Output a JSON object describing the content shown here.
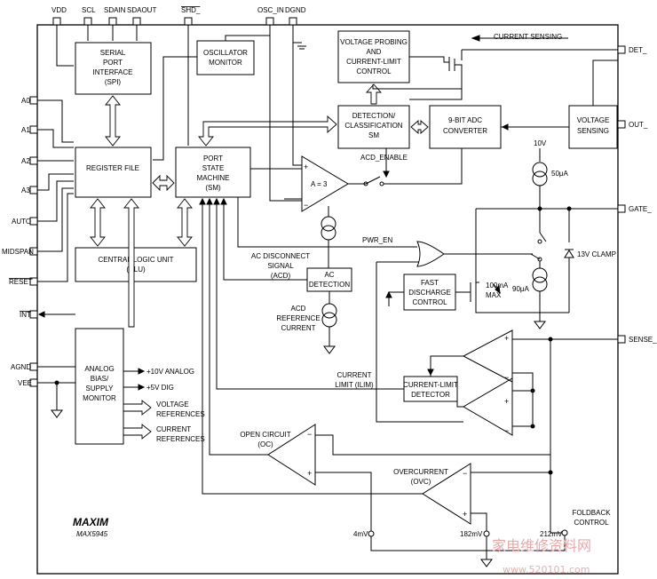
{
  "pins_top": {
    "vdd": "VDD",
    "scl": "SCL",
    "sdain": "SDAIN",
    "sdaout": "SDAOUT",
    "shd": "SHD_",
    "osc_in": "OSC_IN",
    "dgnd": "DGND"
  },
  "pins_left": {
    "a0": "A0",
    "a1": "A1",
    "a2": "A2",
    "a3": "A3",
    "auto": "AUTO",
    "midspan": "MIDSPAN",
    "reset": "RESET",
    "int": "INT",
    "agnd": "AGND",
    "vee": "VEE"
  },
  "pins_right": {
    "det": "DET_",
    "out": "OUT_",
    "gate": "GATE_",
    "sense": "SENSE_"
  },
  "blocks": {
    "spi": [
      "SERIAL",
      "PORT",
      "INTERFACE",
      "(SPI)"
    ],
    "osc": [
      "OSCILLATOR",
      "MONITOR"
    ],
    "vprobe": [
      "VOLTAGE PROBING",
      "AND",
      "CURRENT-LIMIT",
      "CONTROL"
    ],
    "detclass": [
      "DETECTION/",
      "CLASSIFICATION",
      "SM"
    ],
    "adc": [
      "9-BIT ADC",
      "CONVERTER"
    ],
    "vsense": [
      "VOLTAGE",
      "SENSING"
    ],
    "regfile": [
      "REGISTER FILE"
    ],
    "psm": [
      "PORT",
      "STATE",
      "MACHINE",
      "(SM)"
    ],
    "clu": [
      "CENTRAL LOGIC UNIT",
      "(CLU)"
    ],
    "acdet": [
      "AC",
      "DETECTION"
    ],
    "fastdis": [
      "FAST",
      "DISCHARGE",
      "CONTROL"
    ],
    "climdet": [
      "CURRENT-LIMIT",
      "DETECTOR"
    ],
    "analog": [
      "ANALOG",
      "BIAS/",
      "SUPPLY",
      "MONITOR"
    ]
  },
  "labels": {
    "current_sensing": "CURRENT SENSING",
    "acd_enable": "ACD_ENABLE",
    "amp_gain": "A = 3",
    "i10v": "10V",
    "i50ua": "50μA",
    "pwr_en": "PWR_EN",
    "acd_signal": [
      "AC DISCONNECT",
      "SIGNAL",
      "(ACD)"
    ],
    "acd_ref": [
      "ACD",
      "REFERENCE",
      "CURRENT"
    ],
    "i100ma": [
      "100mA",
      "MAX"
    ],
    "i90ua": "90μA",
    "clamp": "13V CLAMP",
    "ilim": [
      "CURRENT",
      "LIMIT (ILIM)"
    ],
    "open_circuit": [
      "OPEN CIRCUIT",
      "(OC)"
    ],
    "overcurrent": [
      "OVERCURRENT",
      "(OVC)"
    ],
    "foldback": [
      "FOLDBACK",
      "CONTROL"
    ],
    "v4mv": "4mV",
    "v182mv": "182mV",
    "v212mv": "212mV",
    "plus10v": "+10V ANALOG",
    "plus5v": "+5V DIG",
    "vref": [
      "VOLTAGE",
      "REFERENCES"
    ],
    "cref": [
      "CURRENT",
      "REFERENCES"
    ]
  },
  "brand": {
    "logo": "MAXIM",
    "part": "MAX5945"
  },
  "watermark": {
    "cn": "家电维修资料网",
    "url": "www.520101.com"
  }
}
